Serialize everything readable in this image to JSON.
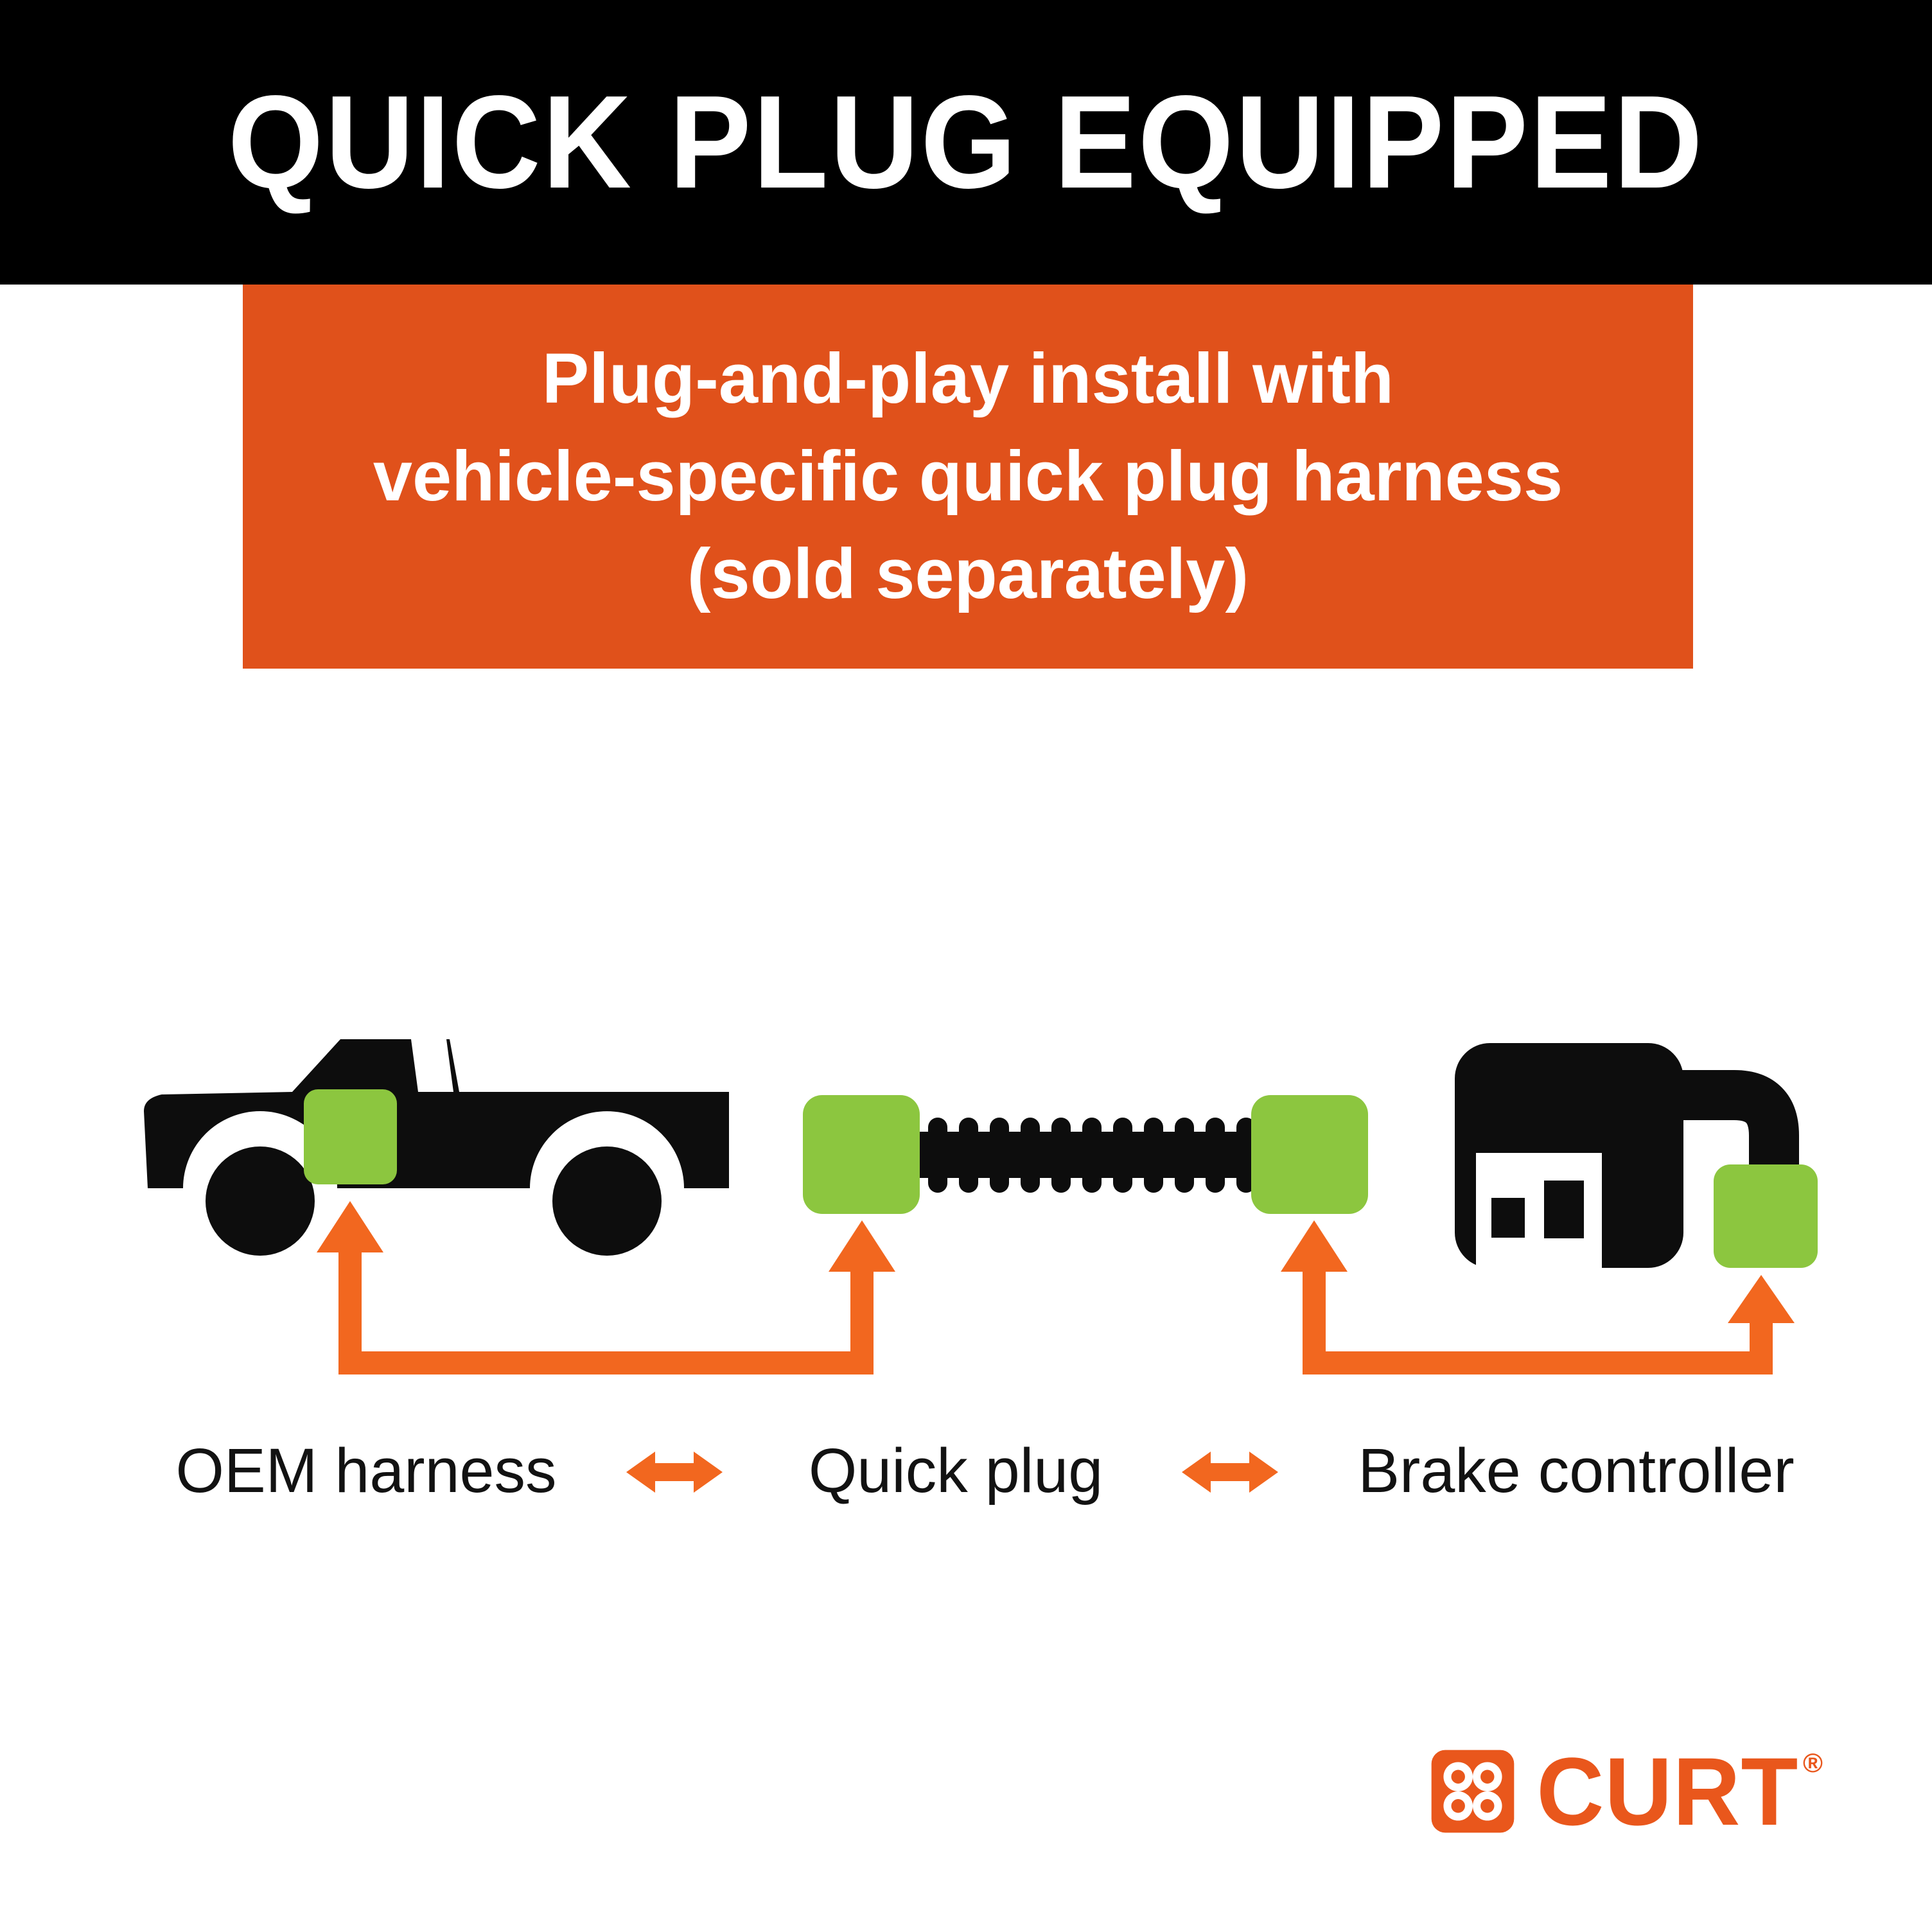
{
  "banner": {
    "title": "QUICK PLUG EQUIPPED"
  },
  "callout": {
    "line1": "Plug-and-play install with",
    "line2": "vehicle-specific quick plug harness",
    "line3": "(sold separately)"
  },
  "diagram": {
    "label_oem": "OEM harness",
    "label_quick_plug": "Quick plug",
    "label_brake": "Brake controller"
  },
  "brand": {
    "name": "CURT",
    "registered": "®"
  },
  "colors": {
    "banner_bg": "#000000",
    "callout_bg": "#e0511b",
    "connector_green": "#8cc63f",
    "arrow_orange": "#f2671f",
    "brand_orange": "#e9571c",
    "ink": "#0d0d0d"
  }
}
